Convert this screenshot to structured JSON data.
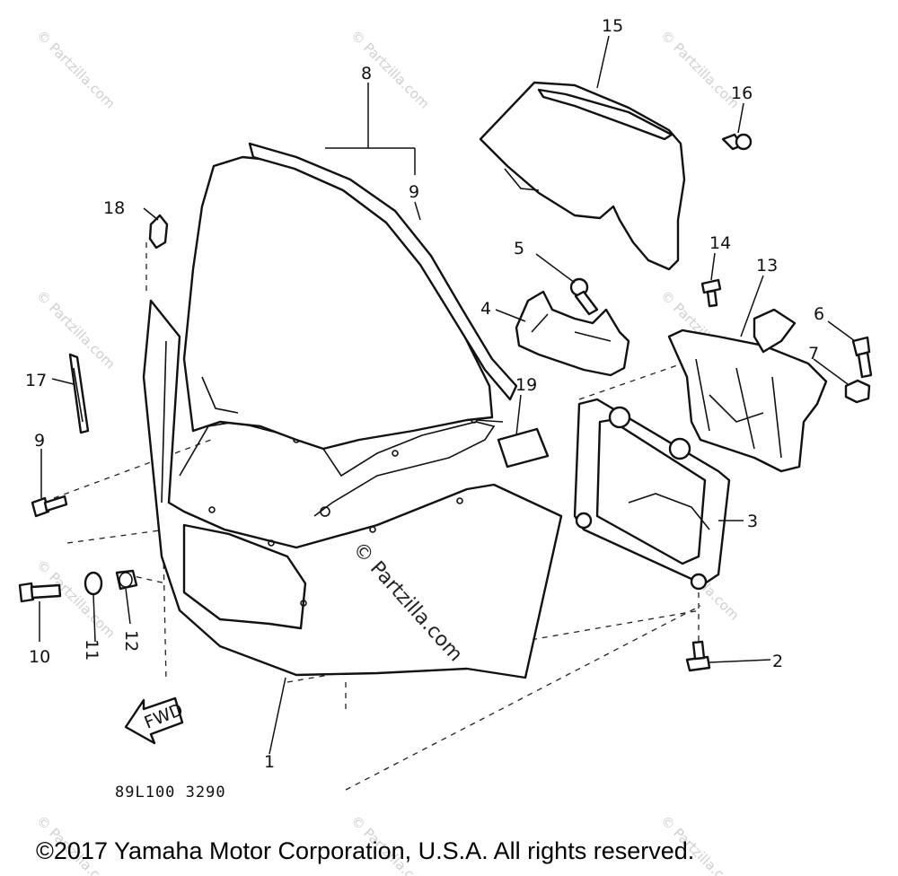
{
  "diagram": {
    "callouts": {
      "c1": "1",
      "c2": "2",
      "c3": "3",
      "c4": "4",
      "c5": "5",
      "c6": "6",
      "c7": "7",
      "c8": "8",
      "c9a": "9",
      "c9b": "9",
      "c10": "10",
      "c11": "11",
      "c12": "12",
      "c13": "13",
      "c14": "14",
      "c15": "15",
      "c16": "16",
      "c17": "17",
      "c18": "18",
      "c19": "19"
    },
    "fwd_label": "FWD",
    "diagram_code": "89L100 3290",
    "watermark_center": "© Partzilla.com",
    "watermark_tile": "© Partzilla.com",
    "copyright": "©2017 Yamaha Motor Corporation, U.S.A. All rights reserved."
  }
}
